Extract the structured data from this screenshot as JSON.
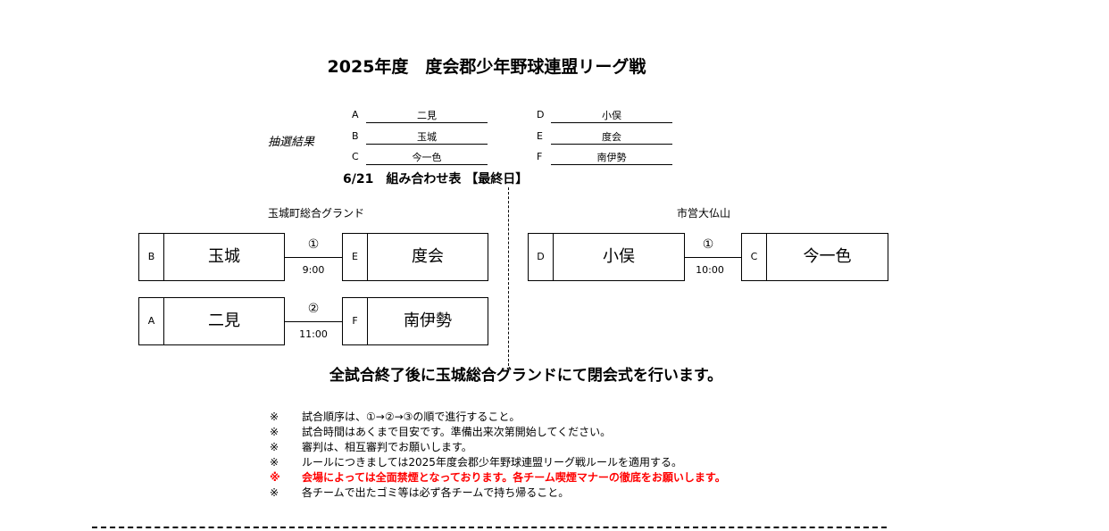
{
  "title": "2025年度　度会郡少年野球連盟リーグ戦",
  "draw": {
    "label": "抽選結果",
    "entries": [
      {
        "key": "A",
        "team": "二見"
      },
      {
        "key": "B",
        "team": "玉城"
      },
      {
        "key": "C",
        "team": "今一色"
      },
      {
        "key": "D",
        "team": "小俣"
      },
      {
        "key": "E",
        "team": "度会"
      },
      {
        "key": "F",
        "team": "南伊勢"
      }
    ]
  },
  "subtitle": "6/21　組み合わせ表 【最終日】",
  "venues": [
    {
      "name": "玉城町総合グランド",
      "matches": [
        {
          "home_key": "B",
          "home": "玉城",
          "away_key": "E",
          "away": "度会",
          "no": "①",
          "time": "9:00"
        },
        {
          "home_key": "A",
          "home": "二見",
          "away_key": "F",
          "away": "南伊勢",
          "no": "②",
          "time": "11:00"
        }
      ]
    },
    {
      "name": "市営大仏山",
      "matches": [
        {
          "home_key": "D",
          "home": "小俣",
          "away_key": "C",
          "away": "今一色",
          "no": "①",
          "time": "10:00"
        }
      ]
    }
  ],
  "closing": "全試合終了後に玉城総合グランドにて閉会式を行います。",
  "notes": [
    {
      "mark": "※",
      "text": "試合順序は、①→②→③の順で進行すること。"
    },
    {
      "mark": "※",
      "text": "試合時間はあくまで目安です。準備出来次第開始してください。"
    },
    {
      "mark": "※",
      "text": "審判は、相互審判でお願いします。"
    },
    {
      "mark": "※",
      "text": "ルールにつきましては2025年度会郡少年野球連盟リーグ戦ルールを適用する。"
    },
    {
      "mark": "※",
      "text": "会場によっては全面禁煙となっております。各チーム喫煙マナーの徹底をお願いします。",
      "emphasis": true
    },
    {
      "mark": "※",
      "text": "各チームで出たゴミ等は必ず各チームで持ち帰ること。"
    }
  ],
  "colors": {
    "emphasis": "#ff0000"
  }
}
